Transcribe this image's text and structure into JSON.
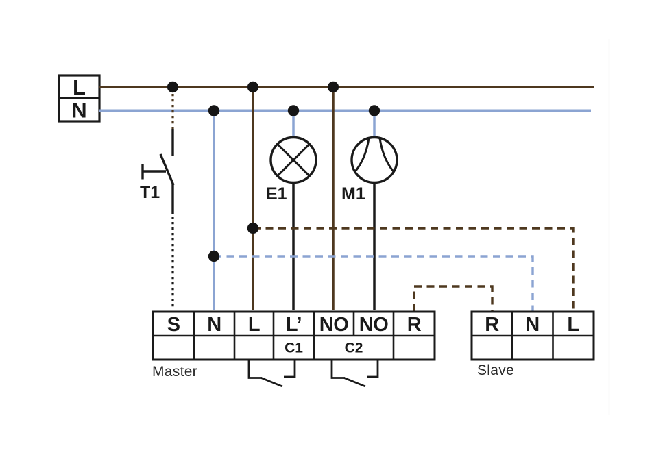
{
  "colors": {
    "wire_brown": "#4e381f",
    "wire_blue": "#8ba4d2",
    "line_black": "#1a1a1a",
    "page_divider_gray": "#e9e9e9"
  },
  "icons": {
    "lamp": "circle-with-x",
    "motor": "circle-with-fan-blades",
    "junction": "filled-dot",
    "switch": "push-button-break-contact"
  },
  "supply": {
    "live": "L",
    "neutral": "N"
  },
  "components": {
    "switch": "T1",
    "lamp": "E1",
    "motor": "M1"
  },
  "master": {
    "caption": "Master",
    "terminals": [
      "S",
      "N",
      "L",
      "L’",
      "NO",
      "NO",
      "R"
    ],
    "contact1": "C1",
    "contact2": "C2"
  },
  "slave": {
    "caption": "Slave",
    "terminals": [
      "R",
      "N",
      "L"
    ]
  }
}
